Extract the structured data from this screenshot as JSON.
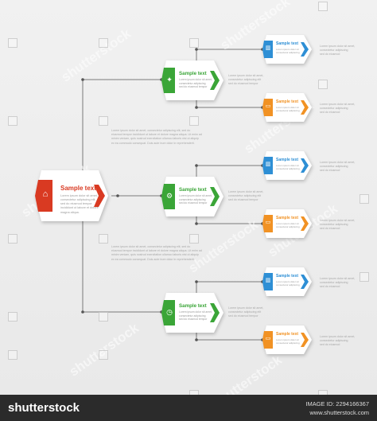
{
  "colors": {
    "red": "#d93a22",
    "green": "#3aa537",
    "blue": "#2e8fd5",
    "orange": "#f19224",
    "line": "#7a7a7a"
  },
  "root": {
    "title": "Sample text",
    "lines": [
      "Lorem ipsum dolor sit amet,",
      "consectetur adipiscing elit.",
      "sed do eiusmod tempor",
      "incididunt ut labore et dolore",
      "magna aliqua."
    ],
    "icon": "dollar-house-icon"
  },
  "mid": [
    {
      "title": "Sample text",
      "lines": [
        "Lorem ipsum dolor sit amet,",
        "consectetur adipiscing",
        "sed do eiusmod tempor"
      ],
      "icon": "lightbulb-icon"
    },
    {
      "title": "Sample text",
      "lines": [
        "Lorem ipsum dolor sit amet,",
        "consectetur adipiscing",
        "sed do eiusmod tempor"
      ],
      "icon": "gears-icon"
    },
    {
      "title": "Sample text",
      "lines": [
        "Lorem ipsum dolor sit amet,",
        "consectetur adipiscing",
        "sed do eiusmod tempor"
      ],
      "icon": "clock-icon"
    }
  ],
  "leaves": [
    {
      "title": "Sample text",
      "lines": [
        "Lorem ipsum dolor sit",
        "consectetur adipiscing"
      ],
      "color": "blue",
      "icon": "bar-chart-icon"
    },
    {
      "title": "Sample text",
      "lines": [
        "Lorem ipsum dolor sit",
        "consectetur adipiscing"
      ],
      "color": "orange",
      "icon": "battery-icon"
    },
    {
      "title": "Sample text",
      "lines": [
        "Lorem ipsum dolor sit",
        "consectetur adipiscing"
      ],
      "color": "blue",
      "icon": "bar-chart-icon"
    },
    {
      "title": "Sample text",
      "lines": [
        "Lorem ipsum dolor sit",
        "consectetur adipiscing"
      ],
      "color": "orange",
      "icon": "battery-icon"
    },
    {
      "title": "Sample text",
      "lines": [
        "Lorem ipsum dolor sit",
        "consectetur adipiscing"
      ],
      "color": "blue",
      "icon": "bar-chart-icon"
    },
    {
      "title": "Sample text",
      "lines": [
        "Lorem ipsum dolor sit",
        "consectetur adipiscing"
      ],
      "color": "orange",
      "icon": "battery-icon"
    }
  ],
  "notes": {
    "mid": [
      [
        "Lorem ipsum dolor sit amet,",
        "consectetur adipiscing elit",
        "sed do eiusmod tempor"
      ],
      [
        "Lorem ipsum dolor sit amet,",
        "consectetur adipiscing elit",
        "sed do eiusmod tempor"
      ],
      [
        "Lorem ipsum dolor sit amet,",
        "consectetur adipiscing elit",
        "sed do eiusmod tempor"
      ]
    ],
    "leaves": [
      [
        "Lorem ipsum dolor sit amet,",
        "consectetur adipiscing",
        "sed do eiusmod"
      ],
      [
        "Lorem ipsum dolor sit amet,",
        "consectetur adipiscing",
        "sed do eiusmod"
      ],
      [
        "Lorem ipsum dolor sit amet,",
        "consectetur adipiscing",
        "sed do eiusmod"
      ],
      [
        "Lorem ipsum dolor sit amet,",
        "consectetur adipiscing",
        "sed do eiusmod"
      ],
      [
        "Lorem ipsum dolor sit amet,",
        "consectetur adipiscing",
        "sed do eiusmod"
      ],
      [
        "Lorem ipsum dolor sit amet,",
        "consectetur adipiscing",
        "sed do eiusmod"
      ]
    ],
    "paragraphs": [
      [
        "Lorem ipsum dolor sit amet, consectetur adipiscing elit, sed do",
        "eiusmod tempor incididunt ut labore et dolore magna aliqua. Ut enim ad",
        "minim veniam, quis nostrud exercitation ullamco laboris nisi ut aliquip",
        "ex ea commodo consequat. Duis aute irure dolor in reprehenderit."
      ],
      [
        "Lorem ipsum dolor sit amet, consectetur adipiscing elit, sed do",
        "eiusmod tempor incididunt ut labore et dolore magna aliqua. Ut enim ad",
        "minim veniam, quis nostrud exercitation ullamco laboris nisi ut aliquip",
        "ex ea commodo consequat. Duis aute irure dolor in reprehenderit."
      ]
    ]
  },
  "watermark": "shutterstock",
  "footer": {
    "logo": "shutterstock",
    "credit_line1": "IMAGE ID: 2294166367",
    "credit_line2": "www.shutterstock.com"
  }
}
